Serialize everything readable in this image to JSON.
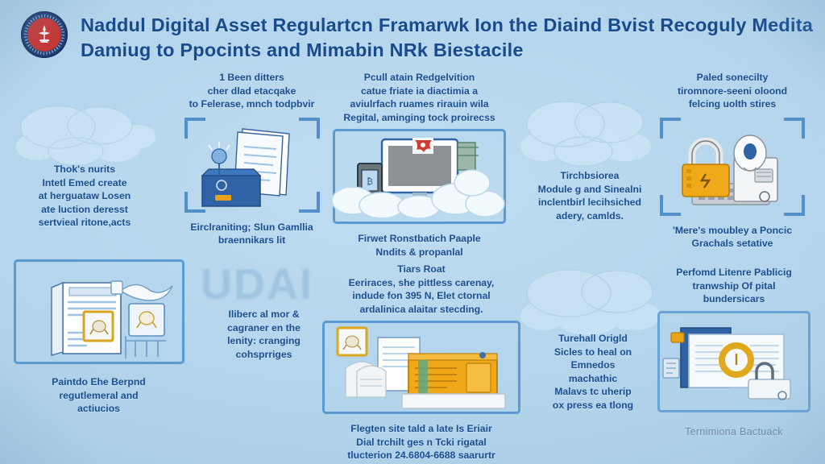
{
  "poster": {
    "background_color": "#b9d9ef",
    "title_color": "#184a8c",
    "caption_color": "#1b4f93",
    "accent_gold": "#e8a317",
    "accent_red": "#c8322e",
    "frame_blue": "#5390c8"
  },
  "header": {
    "seal_name": "government-seal",
    "title_line_1": "Naddul Digital Asset Regulartcn Framarwk Ion the Diaind Bvist Recoguly Medita",
    "title_line_2": "Damiug to Ppocints and Mimabin NRk Biestacile"
  },
  "watermark": {
    "text": "UDAI"
  },
  "cells": [
    {
      "id": "cell-top-left-edge",
      "caption_above": "",
      "caption_below": "Thok's nurits\nIntetl Emed create\nat herguataw Losen\nate luction deresst\nsertvieal ritone,acts",
      "illustration": "cloud-cluster"
    },
    {
      "id": "cell-top-1",
      "caption_above": "1 Been ditters\ncher dlad etacqake\nto Felerase, mnch todpbvir",
      "caption_below": "Eirclraniting; Slun Gamllia\nbraennikars lit",
      "illustration": "document-stack-with-folder"
    },
    {
      "id": "cell-top-2",
      "caption_above": "Pcull atain Redgelvition\ncatue friate ia diactimia a\naviulrfach ruames rirauin wila\nRegital, aminging tock proirecss",
      "caption_below": "Firwet Ronstbatich Paaple\nNndits & propanlal",
      "illustration": "monitor-with-clouds"
    },
    {
      "id": "cell-top-3",
      "caption_above": "",
      "caption_below": "Tirchbsiorea\nModule g and Sinealni\ninclentbirl lecihsiched\nadery, camlds.",
      "illustration": "cloud-cluster"
    },
    {
      "id": "cell-top-4",
      "caption_above": "Paled sonecilty\ntiromnore-seeni oloond\nfelcing uolth stires",
      "caption_below": "'Mere's moubley a Poncic\nGrachals setative",
      "illustration": "padlock-and-server"
    },
    {
      "id": "cell-bottom-1",
      "caption_above": "",
      "caption_below": "Paintdo Ehe Berpnd\nregutlemeral and\nactiucios",
      "illustration": "newspaper-and-badge"
    },
    {
      "id": "cell-bottom-2",
      "caption_above": "",
      "caption_below": "Iliberc al mor &\ncagraner en the\nlenity: cranging\ncohsprriges",
      "illustration": "watermark-udai"
    },
    {
      "id": "cell-bottom-3",
      "caption_above": "Tiars Roat\nEeriraces, she pittless carenay,\nindude fon 395 N, Elet ctornal\nardalinica alaitar stecding.",
      "caption_below": "Flegten site tald a late Is Eriair\nDial trchilt ges n Tcki rigatal\ntlucterion 24.6804-6688 saarurtr",
      "illustration": "server-rack-gold"
    },
    {
      "id": "cell-bottom-4",
      "caption_above": "",
      "caption_below": "Turehall Origld\nSicles to heal on\nEmnedos\nmachathic\nMalavs tc uherip\nox press ea tlong",
      "illustration": "cloud-cluster"
    },
    {
      "id": "cell-bottom-5",
      "caption_above": "Perfomd Litenre Pablicig\ntranwship Of pital\nbundersicars",
      "caption_below": "Ternimiona Bactuack",
      "illustration": "certificate-with-seal"
    }
  ]
}
